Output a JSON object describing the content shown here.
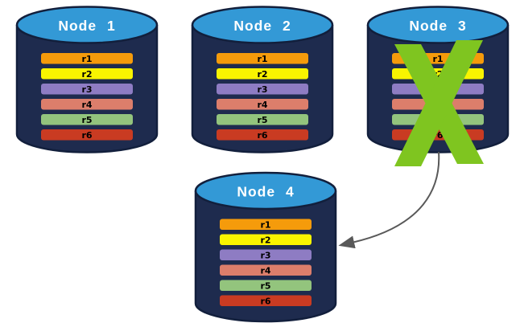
{
  "diagram": {
    "description": "Database replication diagram: four node cylinders each holding rows r1-r6; failed Node 3 is crossed out and an arrow points to replacement Node 4",
    "nodes": [
      {
        "label": "Node 1",
        "rows": [
          "r1",
          "r2",
          "r3",
          "r4",
          "r5",
          "r6"
        ],
        "failed": false
      },
      {
        "label": "Node 2",
        "rows": [
          "r1",
          "r2",
          "r3",
          "r4",
          "r5",
          "r6"
        ],
        "failed": false
      },
      {
        "label": "Node 3",
        "rows": [
          "r1",
          "r2",
          "r3",
          "r4",
          "r5",
          "r6"
        ],
        "failed": true
      },
      {
        "label": "Node 4",
        "rows": [
          "r1",
          "r2",
          "r3",
          "r4",
          "r5",
          "r6"
        ],
        "failed": false
      }
    ],
    "arrow": {
      "from": "Node 3",
      "to": "Node 4"
    },
    "colors": {
      "row_r1": "#F59B0B",
      "row_r2": "#F9F400",
      "row_r3": "#8E7CC3",
      "row_r4": "#DC7E6B",
      "row_r5": "#93C47D",
      "row_r6": "#C93B22",
      "cylinder_body": "#1E2B4E",
      "cylinder_outline": "#121F3C",
      "cylinder_top": "#3399D6",
      "node_label": "#FFFFFF",
      "row_label": "#000000",
      "failure_x": "#7FC520",
      "arrow": "#595959"
    }
  }
}
